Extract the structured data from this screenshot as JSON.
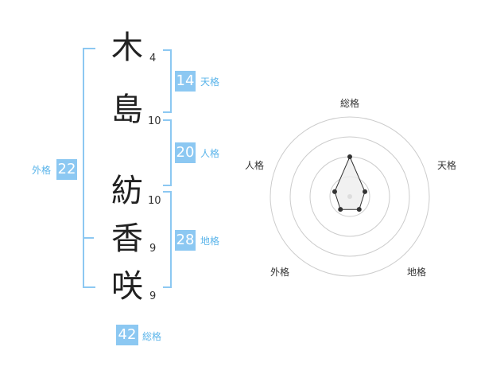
{
  "name": {
    "chars": [
      {
        "char": "木",
        "strokes": "4"
      },
      {
        "char": "島",
        "strokes": "10"
      },
      {
        "char": "紡",
        "strokes": "10"
      },
      {
        "char": "香",
        "strokes": "9"
      },
      {
        "char": "咲",
        "strokes": "9"
      }
    ]
  },
  "fortunes": {
    "tenkaku": {
      "value": "14",
      "label": "天格"
    },
    "jinkaku": {
      "value": "20",
      "label": "人格"
    },
    "chikaku": {
      "value": "28",
      "label": "地格"
    },
    "gaikaku": {
      "value": "22",
      "label": "外格"
    },
    "soukaku": {
      "value": "42",
      "label": "総格"
    }
  },
  "radar": {
    "axes": [
      "総格",
      "天格",
      "地格",
      "外格",
      "人格"
    ],
    "values": [
      0.5,
      0.2,
      0.2,
      0.2,
      0.2
    ],
    "colors": {
      "fill": "#eeeeee",
      "stroke": "#333333",
      "ring": "#cccccc",
      "bracket": "#8cc8f2"
    }
  }
}
